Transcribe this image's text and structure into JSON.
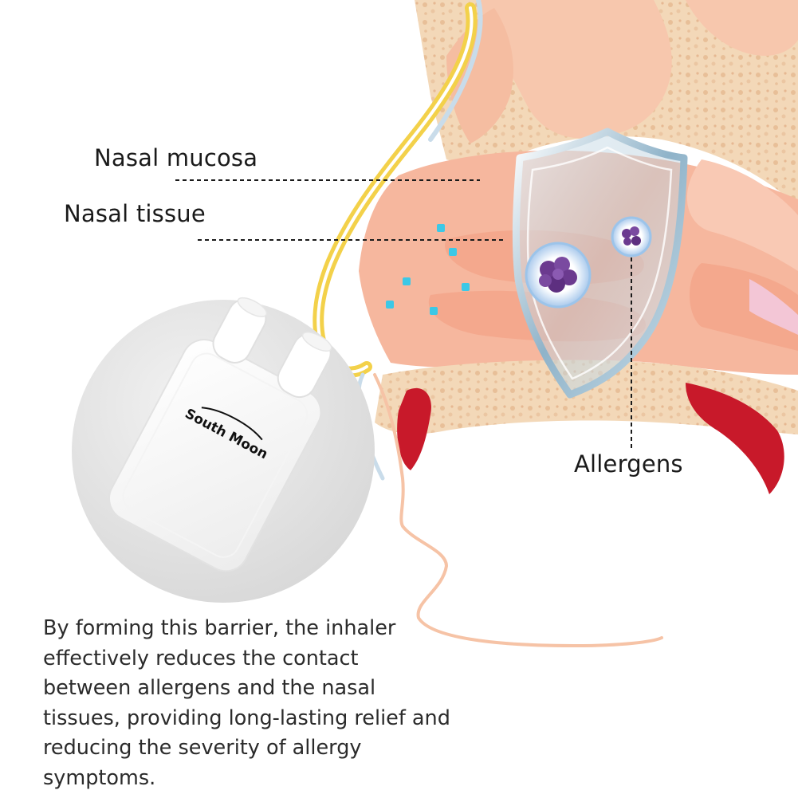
{
  "labels": {
    "nasal_mucosa": "Nasal mucosa",
    "nasal_tissue": "Nasal tissue",
    "allergens": "Allergens"
  },
  "product": {
    "brand": "South Moon"
  },
  "description": {
    "lines": [
      "By forming this barrier, the inhaler",
      "effectively reduces the contact",
      "between allergens and the nasal",
      "tissues, providing long-lasting relief and",
      "reducing the severity of allergy",
      "symptoms."
    ]
  },
  "colors": {
    "tissue": "#f6b79e",
    "bone": "#f3d6b4",
    "mucosa_outline": "#f3d14a",
    "blood": "#c8192a",
    "shield": "#8fb3c9",
    "allergen": "#6b3a8f",
    "particle": "#3cc8e6"
  }
}
